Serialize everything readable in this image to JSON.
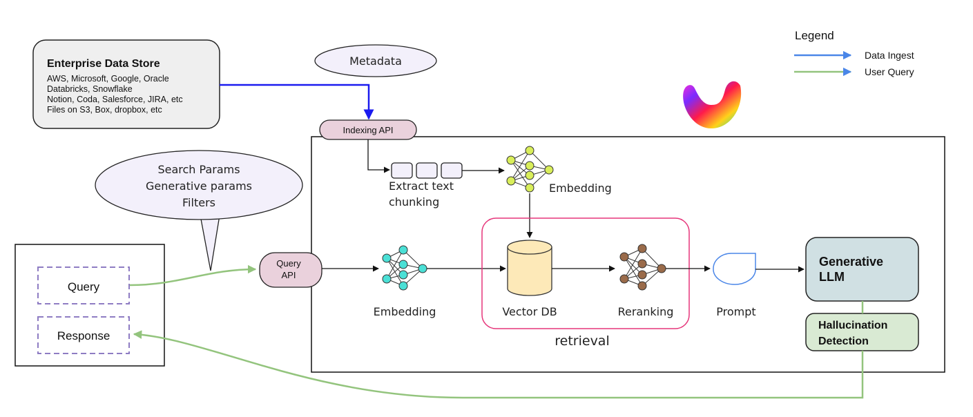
{
  "legend": {
    "title": "Legend",
    "items": [
      {
        "label": "Data Ingest",
        "color": "#4a86e8"
      },
      {
        "label": "User Query",
        "color": "#93c47d"
      }
    ]
  },
  "enterprise_store": {
    "title": "Enterprise Data Store",
    "lines": [
      "AWS, Microsoft, Google, Oracle",
      "Databricks, Snowflake",
      "Notion, Coda, Salesforce, JIRA, etc",
      "Files on S3, Box, dropbox, etc"
    ]
  },
  "metadata_bubble": "Metadata",
  "indexing_api": "Indexing API",
  "search_bubble": {
    "lines": [
      "Search Params",
      "Generative params",
      "Filters"
    ]
  },
  "client": {
    "query": "Query",
    "response": "Response"
  },
  "query_api": {
    "line1": "Query",
    "line2": "API"
  },
  "extract": {
    "line1": "Extract text",
    "line2": "chunking"
  },
  "embedding_top": "Embedding",
  "embedding_bottom": "Embedding",
  "vector_db": "Vector DB",
  "reranking": "Reranking",
  "retrieval": "retrieval",
  "prompt": "Prompt",
  "generative_llm": {
    "line1": "Generative",
    "line2": "LLM"
  },
  "hallucination": {
    "line1": "Hallucination",
    "line2": "Detection"
  },
  "colors": {
    "ingest_arrow": "#1a1aef",
    "query_arrow": "#93c47d",
    "api_fill": "#ead1dc",
    "retrieval_border": "#e6357a",
    "vector_db_fill": "#fde9b8",
    "llm_fill": "#d0e0e3",
    "hallucination_fill": "#d9ead3",
    "bubble_fill": "#f3f0fb"
  },
  "icons": [
    "neural-net-icon-yellow",
    "neural-net-icon-teal",
    "neural-net-icon-brown",
    "cylinder-database-icon",
    "prompt-shape-icon",
    "rainbow-logo-icon"
  ]
}
